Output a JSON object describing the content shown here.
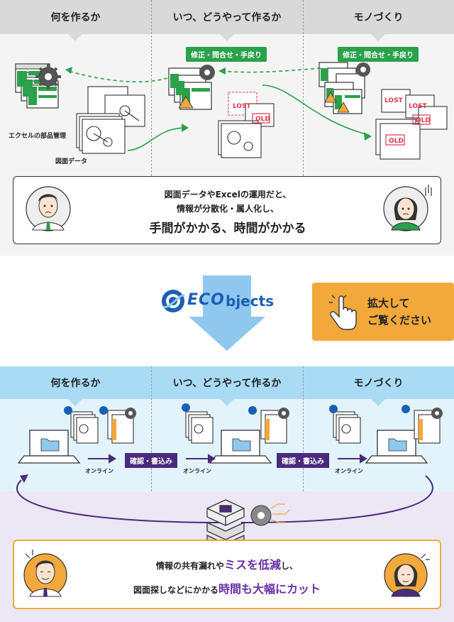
{
  "top": {
    "columns": [
      "何を作るか",
      "いつ、どうやって作るか",
      "モノづくり"
    ],
    "tag_left": "修正・問合せ・手戻り",
    "tag_right": "修正・問合せ・手戻り",
    "caption_excel": "エクセルの部品管理",
    "caption_drawing": "図面データ",
    "doc_lost": "LOST",
    "doc_old": "OLD",
    "message": {
      "line1": "図面データやExcelの運用だと、",
      "line2": "情報が分散化・属人化し、",
      "line3": "手間がかかる、時間がかかる"
    }
  },
  "logo": {
    "mark": "ECO",
    "text": "bjects"
  },
  "zoom_hint": {
    "line1": "拡大して",
    "line2": "ご覧ください"
  },
  "bottom": {
    "columns": [
      "何を作るか",
      "いつ、どうやって作るか",
      "モノづくり"
    ],
    "online_label": "オンライン",
    "confirm_tag": "確認・書込み",
    "message": {
      "line1_pre": "情報の共有漏れや",
      "line1_hl": "ミスを低減",
      "line1_post": "し、",
      "line2_pre": "図面探しなどにかかる",
      "line2_hl": "時間も大幅にカット"
    }
  },
  "colors": {
    "green": "#2aa14a",
    "purple": "#4a2a7d",
    "orange": "#f2a83b",
    "light_blue": "#a9dcf4",
    "arrow_blue": "#8fc7ef",
    "lost_red": "#e0344a"
  }
}
